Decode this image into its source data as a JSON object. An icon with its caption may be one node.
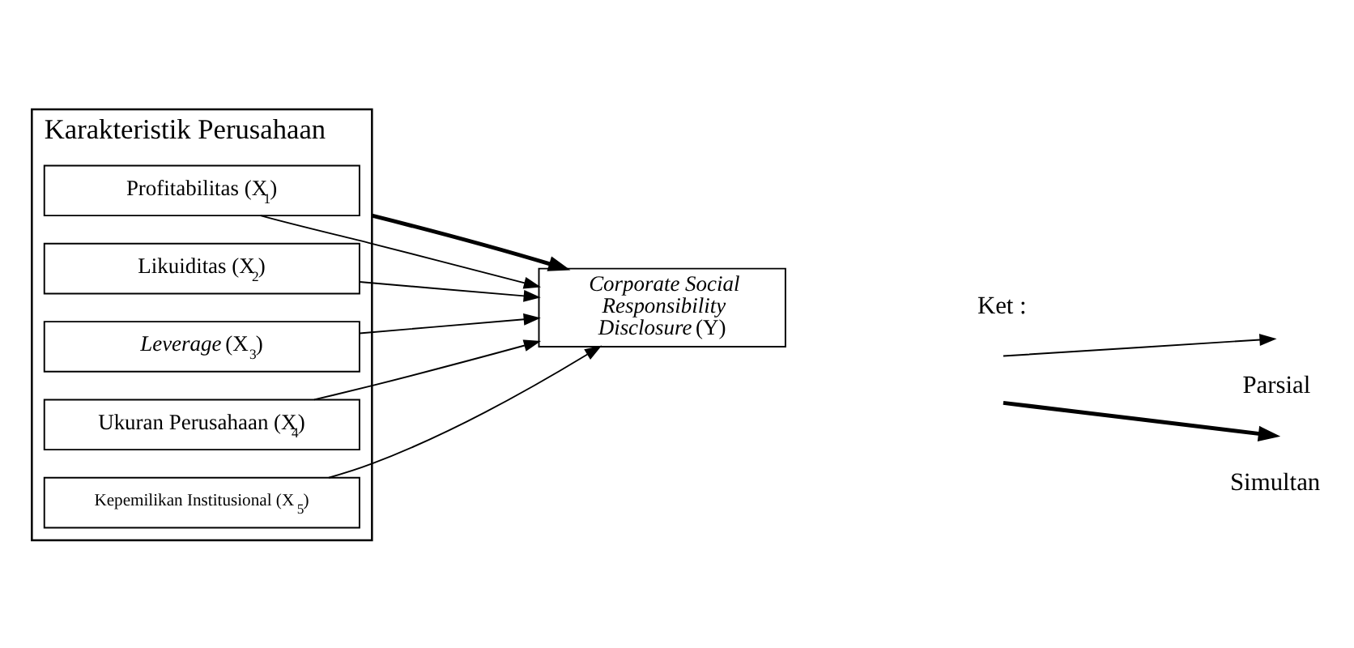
{
  "diagram": {
    "nodes": [
      {
        "text": [
          "Karakteristik Perusahaan"
        ]
      },
      {
        "text": [
          "Profitabilitas (X$_{1}$)"
        ],
        "in": 0
      },
      {
        "text": [
          "Likuiditas (X$_{2}$)"
        ],
        "in": 0
      },
      {
        "text": [
          "*Leverage* (X$_{3}$)"
        ],
        "in": 0
      },
      {
        "text": [
          "Ukuran Perusahaan (X$_{4}$)"
        ],
        "in": 0
      },
      {
        "text": [
          "Kepemilikan Institusional (X$_{5}$)"
        ],
        "in": 0
      },
      {
        "text": [
          "*Corporate Social Responsibility Disclosure* (Y)"
        ]
      }
    ],
    "edges": [
      {
        "from": 1,
        "to": 6,
        "arrow": "to"
      },
      {
        "from": 2,
        "to": 6,
        "arrow": "to"
      },
      {
        "from": 3,
        "to": 6,
        "arrow": "to"
      },
      {
        "from": 4,
        "to": 6,
        "arrow": "to"
      },
      {
        "from": 5,
        "to": 6,
        "arrow": "to"
      },
      {
        "from": 0,
        "to": 6,
        "arrow": "to",
        "style": "thick"
      }
    ],
    "labels": [
      "Ket :"
    ],
    "legend": [
      {
        "text": "Parsial"
      },
      {
        "text": "Simultan"
      }
    ]
  }
}
